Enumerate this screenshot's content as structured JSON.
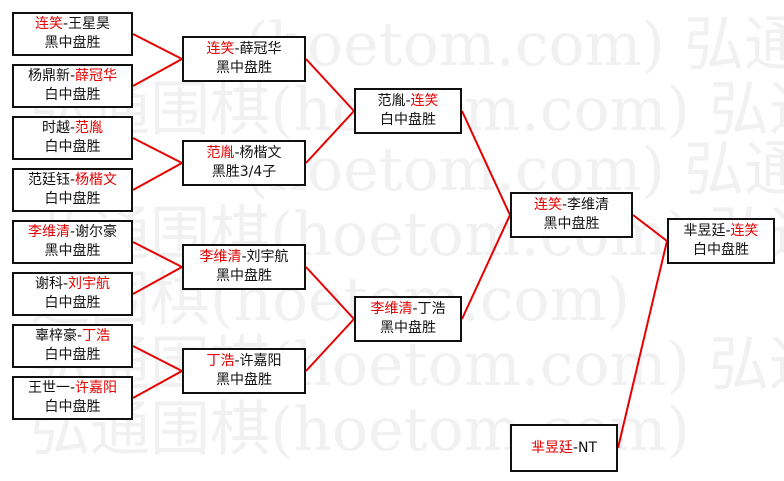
{
  "watermark": {
    "text": "弘通围棋(hoetom.com)",
    "lines": [
      "(hoetom.com) 弘通",
      "弘通围棋(hoetom.com) 弘通",
      "(hoetom.com) 弘通",
      "弘通围棋(hoetom.com) 弘通",
      "通围棋(hoetom.com)",
      "弘通围棋(hoetom.com) 弘通",
      "弘通围棋(hoetom.com)"
    ]
  },
  "colors": {
    "winner": "#e60000",
    "connector": "#e60000",
    "border": "#111111"
  },
  "matches": [
    {
      "id": "r1-1",
      "p1": "连笑",
      "sep": "-",
      "p2": "王星昊",
      "winner": 1,
      "result": "黑中盘胜"
    },
    {
      "id": "r1-2",
      "p1": "杨鼎新",
      "sep": "-",
      "p2": "薛冠华",
      "winner": 2,
      "result": "白中盘胜"
    },
    {
      "id": "r1-3",
      "p1": "时越",
      "sep": "-",
      "p2": "范胤",
      "winner": 2,
      "result": "白中盘胜"
    },
    {
      "id": "r1-4",
      "p1": "范廷钰",
      "sep": "-",
      "p2": "杨楷文",
      "winner": 2,
      "result": "白中盘胜"
    },
    {
      "id": "r1-5",
      "p1": "李维清",
      "sep": "-",
      "p2": "谢尔豪",
      "winner": 1,
      "result": "黑中盘胜"
    },
    {
      "id": "r1-6",
      "p1": "谢科",
      "sep": "-",
      "p2": "刘宇航",
      "winner": 2,
      "result": "白中盘胜"
    },
    {
      "id": "r1-7",
      "p1": "辜梓豪",
      "sep": "-",
      "p2": "丁浩",
      "winner": 2,
      "result": "白中盘胜"
    },
    {
      "id": "r1-8",
      "p1": "王世一",
      "sep": "-",
      "p2": "许嘉阳",
      "winner": 2,
      "result": "白中盘胜"
    },
    {
      "id": "r2-1",
      "p1": "连笑",
      "sep": "-",
      "p2": "薛冠华",
      "winner": 1,
      "result": "黑中盘胜"
    },
    {
      "id": "r2-2",
      "p1": "范胤",
      "sep": "-",
      "p2": "杨楷文",
      "winner": 1,
      "result": "黑胜3/4子"
    },
    {
      "id": "r2-3",
      "p1": "李维清",
      "sep": "-",
      "p2": "刘宇航",
      "winner": 1,
      "result": "黑中盘胜"
    },
    {
      "id": "r2-4",
      "p1": "丁浩",
      "sep": "-",
      "p2": "许嘉阳",
      "winner": 1,
      "result": "黑中盘胜"
    },
    {
      "id": "r3-1",
      "p1": "范胤",
      "sep": "-",
      "p2": "连笑",
      "winner": 2,
      "result": "白中盘胜"
    },
    {
      "id": "r3-2",
      "p1": "李维清",
      "sep": "-",
      "p2": "丁浩",
      "winner": 1,
      "result": "黑中盘胜"
    },
    {
      "id": "r4-1",
      "p1": "连笑",
      "sep": "-",
      "p2": "李维清",
      "winner": 1,
      "result": "黑中盘胜"
    },
    {
      "id": "r4-2",
      "p1": "芈昱廷",
      "sep": "-",
      "p2": "NT",
      "winner": 1,
      "result": ""
    },
    {
      "id": "final",
      "p1": "芈昱廷",
      "sep": "-",
      "p2": "连笑",
      "winner": 2,
      "result": "白中盘胜"
    }
  ]
}
